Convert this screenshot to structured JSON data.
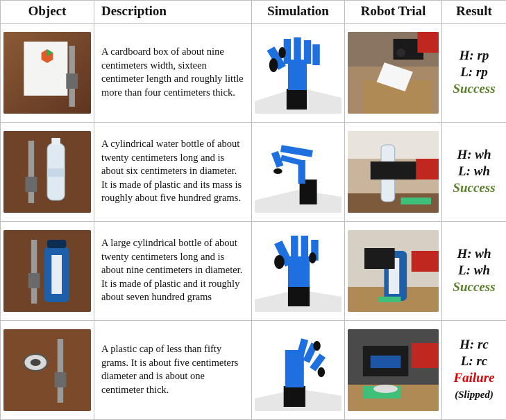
{
  "headers": {
    "object": "Object",
    "description": "Description",
    "simulation": "Simulation",
    "robot_trial": "Robot Trial",
    "result": "Result"
  },
  "rows": [
    {
      "description": "A cardboard box of about nine centimeters width, sixteen centimeter length and roughly little more than four centimeters thick.",
      "h": "H: rp",
      "l": "L: rp",
      "outcome": "Success",
      "note": ""
    },
    {
      "description": "A cylindrical water bottle of about twenty centimeters long and is about six centimeters in diameter. It is made of plastic and its mass is roughly about five hundred grams.",
      "h": "H: wh",
      "l": "L: wh",
      "outcome": "Success",
      "note": ""
    },
    {
      "description": "A large cylindrical bottle of about twenty centimeters long and is about nine centimeters in diameter. It is made of plastic and it roughly about seven hundred grams",
      "h": "H: wh",
      "l": "L: wh",
      "outcome": "Success",
      "note": ""
    },
    {
      "description": "A plastic cap of less than fifty grams. It is about five centimeters diameter and is about one centimeter thick.",
      "h": "H: rc",
      "l": "L: rc",
      "outcome": "Failure",
      "note": "(Slipped)"
    }
  ],
  "colors": {
    "success": "#5a7f2c",
    "failure": "#e00000",
    "hand": "#1e6fe0"
  }
}
